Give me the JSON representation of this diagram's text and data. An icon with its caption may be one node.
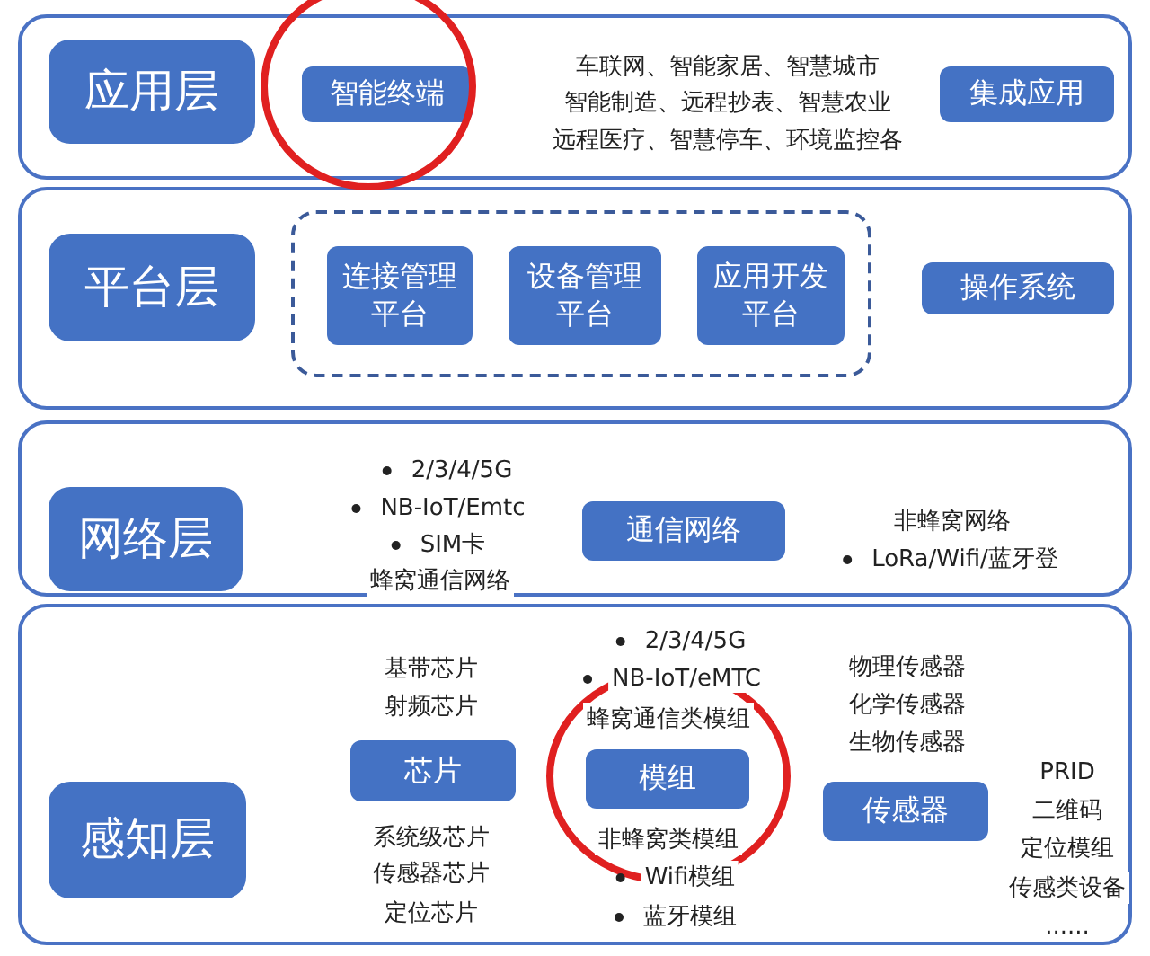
{
  "diagram": {
    "nodes": [
      {
        "text": [],
        "shape": "box"
      },
      {
        "text": [
          "应用层"
        ],
        "in": 0
      },
      {
        "text": [
          "智能终端"
        ],
        "in": 0
      },
      {
        "text": [
          "集成应用"
        ],
        "in": 0
      },
      {
        "text": [],
        "shape": "box"
      },
      {
        "text": [
          "平台层"
        ],
        "in": 4
      },
      {
        "text": [],
        "shape": "box",
        "in": 4
      },
      {
        "text": [
          "连接管理平台"
        ],
        "in": 6
      },
      {
        "text": [
          "设备管理平台"
        ],
        "in": 6
      },
      {
        "text": [
          "应用开发平台"
        ],
        "in": 6
      },
      {
        "text": [
          "操作系统"
        ],
        "in": 4
      },
      {
        "text": [],
        "shape": "box"
      },
      {
        "text": [
          "网络层"
        ],
        "in": 11
      },
      {
        "text": [
          "通信网络"
        ],
        "in": 11
      },
      {
        "text": [],
        "shape": "box"
      },
      {
        "text": [
          "感知层"
        ],
        "in": 14
      },
      {
        "text": [
          "芯片"
        ],
        "in": 14
      },
      {
        "text": [
          "模组"
        ],
        "in": 14
      },
      {
        "text": [
          "传感器"
        ],
        "in": 14
      }
    ],
    "edges": [],
    "labels": [
      "车联网、智能家居、智慧城市",
      "智能制造、远程抄表、智慧农业",
      "远程医疗、智慧停车、环境监控各",
      "2/3/4/5G",
      "NB-IoT/Emtc",
      "SIM卡",
      "蜂窝通信网络",
      "非蜂窝网络",
      "LoRa/Wifi/蓝牙登",
      "基带芯片",
      "射频芯片",
      "系统级芯片",
      "传感器芯片",
      "定位芯片",
      "2/3/4/5G",
      "NB-IoT/eMTC",
      "蜂窝通信类模组",
      "非蜂窝类模组",
      "Wifi模组",
      "蓝牙模组",
      "物理传感器",
      "化学传感器",
      "生物传感器",
      "PRID",
      "二维码",
      "定位模组",
      "传感类设备",
      "......"
    ]
  }
}
